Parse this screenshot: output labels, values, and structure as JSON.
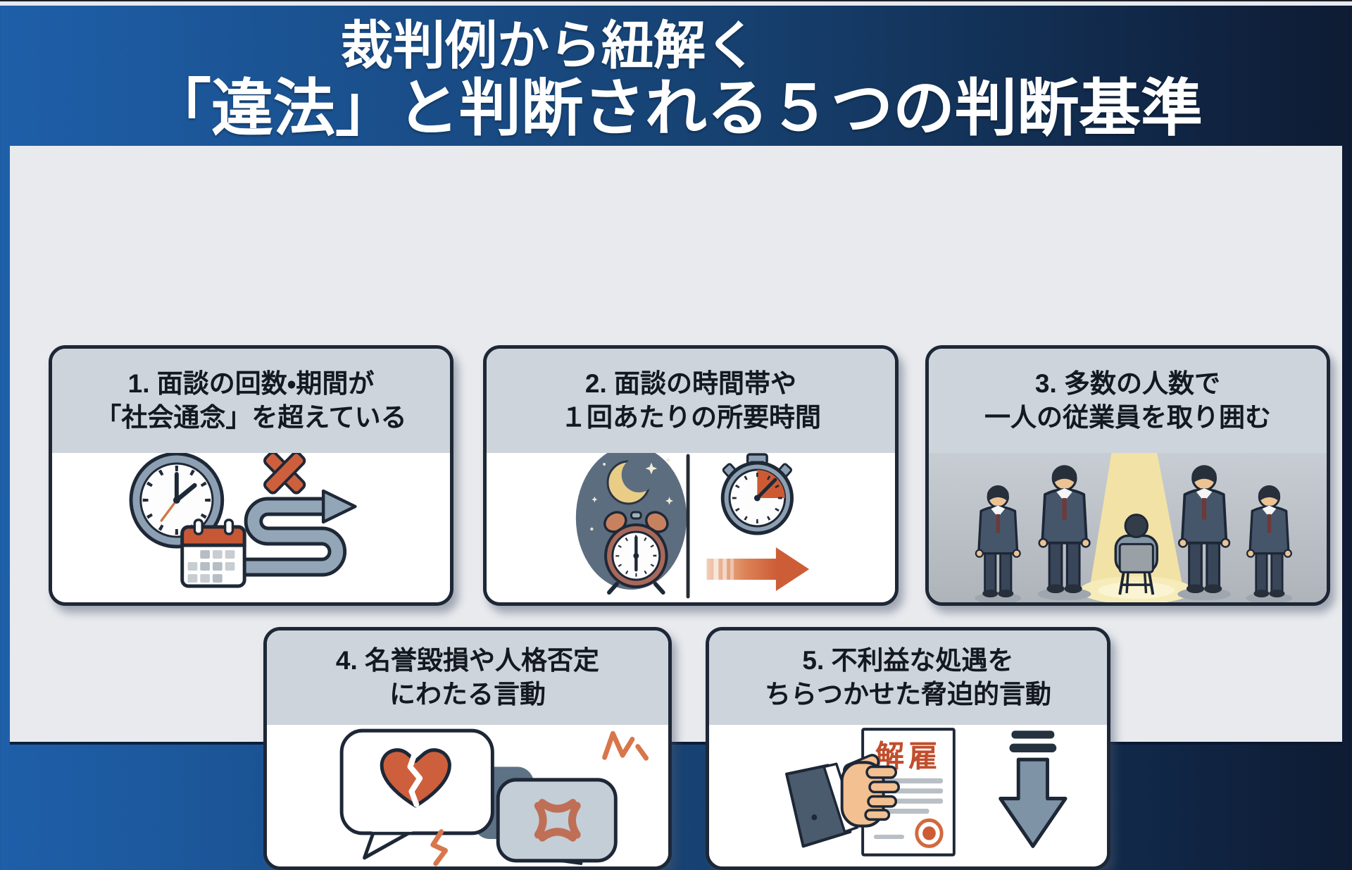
{
  "header": {
    "title_line1": "裁判例から紐解く",
    "title_line2": "「違法」と判断される５つの判断基準"
  },
  "cards": [
    {
      "number": "1",
      "title_line1": "1. 面談の回数・期間が",
      "title_line2": "「社会通念」を超えている",
      "icon": "clock-calendar-detour-arrow-icon"
    },
    {
      "number": "2",
      "title_line1": "2. 面談の時間帯や",
      "title_line2": "１回あたりの所要時間",
      "icon": "night-alarm-stopwatch-arrow-icon"
    },
    {
      "number": "3",
      "title_line1": "3. 多数の人数で",
      "title_line2": "一人の従業員を取り囲む",
      "icon": "crowd-surround-spotlight-icon"
    },
    {
      "number": "4",
      "title_line1": "4. 名誉毀損や人格否定",
      "title_line2": "にわたる言動",
      "icon": "speech-bubbles-broken-heart-anger-icon"
    },
    {
      "number": "5",
      "title_line1": "5. 不利益な処遇を",
      "title_line2": "ちらつかせた脅迫的言動",
      "icon": "dismissal-notice-hand-down-arrow-icon"
    }
  ],
  "illustrations": {
    "dismissal_document_label": "解雇"
  },
  "colors": {
    "header_gradient_left": "#1e5fa9",
    "header_gradient_right": "#0e1b33",
    "panel_background": "#e8eaee",
    "card_border": "#1d2736",
    "card_header_background": "#cdd4db",
    "card_title_text": "#14181f",
    "hero_title_text": "#ffffff",
    "accent_orange": "#cd5d38",
    "slate_blue": "#8da0b3",
    "night_sky": "#5c6d7f",
    "moon_yellow": "#e9cd87",
    "spotlight_yellow": "#f2e2a6",
    "suit_navy": "#45566b",
    "skin_tone": "#edc394",
    "dismissal_red": "#c14e2d"
  }
}
